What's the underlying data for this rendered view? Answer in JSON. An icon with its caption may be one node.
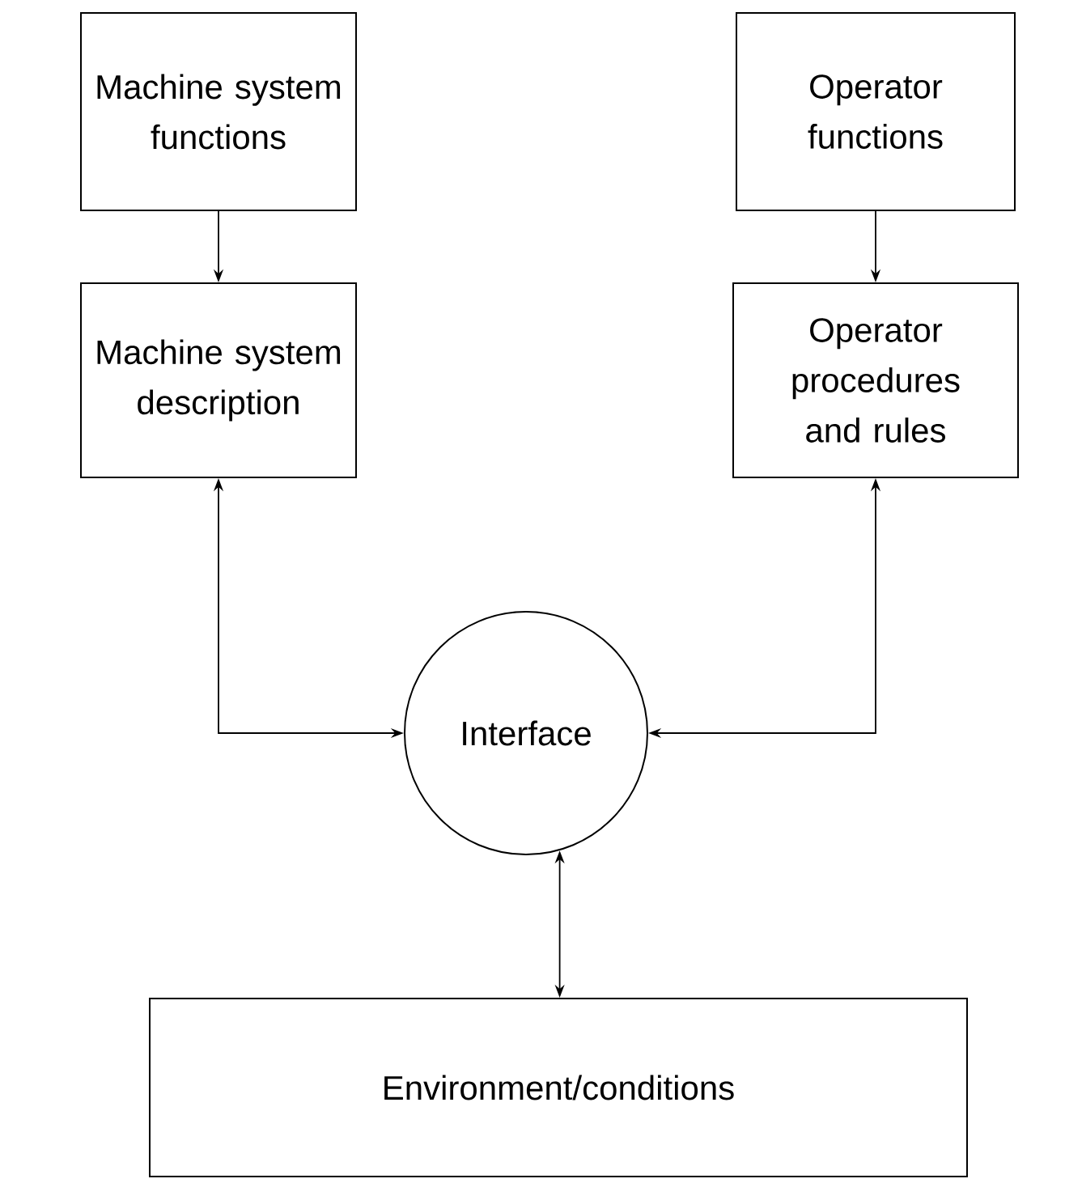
{
  "diagram": {
    "nodes": [
      {
        "text": [
          "Machine system functions"
        ]
      },
      {
        "text": [
          "Machine system description"
        ]
      },
      {
        "text": [
          "Operator functions"
        ]
      },
      {
        "text": [
          "Operator procedures and rules"
        ]
      },
      {
        "text": [
          "Interface"
        ]
      },
      {
        "text": [
          "Environment/conditions"
        ]
      }
    ],
    "edges": [
      {
        "from": 0,
        "to": 1,
        "arrow": "to"
      },
      {
        "from": 2,
        "to": 3,
        "arrow": "to"
      },
      {
        "from": 1,
        "to": 4,
        "arrow": "both"
      },
      {
        "from": 3,
        "to": 4,
        "arrow": "both"
      },
      {
        "from": 4,
        "to": 5,
        "arrow": "both"
      }
    ]
  }
}
